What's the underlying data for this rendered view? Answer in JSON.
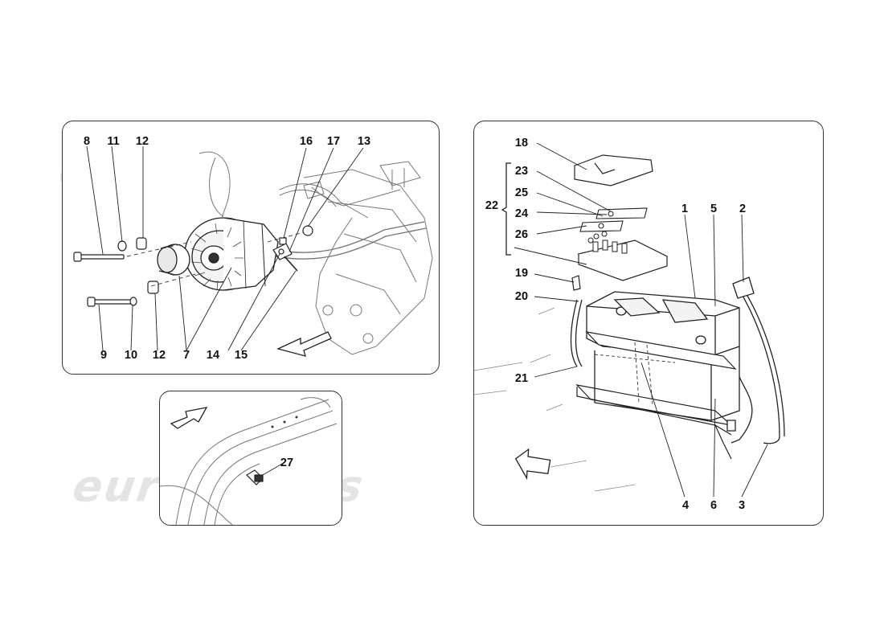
{
  "watermark": {
    "text": "eurospares",
    "color": "#cdcdcd"
  },
  "panels": {
    "alternator": {
      "callouts": {
        "c8": "8",
        "c11": "11",
        "c12a": "12",
        "c16": "16",
        "c17": "17",
        "c13": "13",
        "c9": "9",
        "c10": "10",
        "c12b": "12",
        "c7": "7",
        "c14": "14",
        "c15": "15"
      }
    },
    "sensor": {
      "callouts": {
        "c27": "27"
      }
    },
    "battery": {
      "callouts": {
        "c18": "18",
        "c22": "22",
        "c23": "23",
        "c25": "25",
        "c24": "24",
        "c26": "26",
        "c19": "19",
        "c20": "20",
        "c21": "21",
        "c1": "1",
        "c5": "5",
        "c2": "2",
        "c4": "4",
        "c6": "6",
        "c3": "3"
      }
    }
  },
  "icons": {
    "direction_arrows": [
      "direction-arrow-icon"
    ]
  }
}
